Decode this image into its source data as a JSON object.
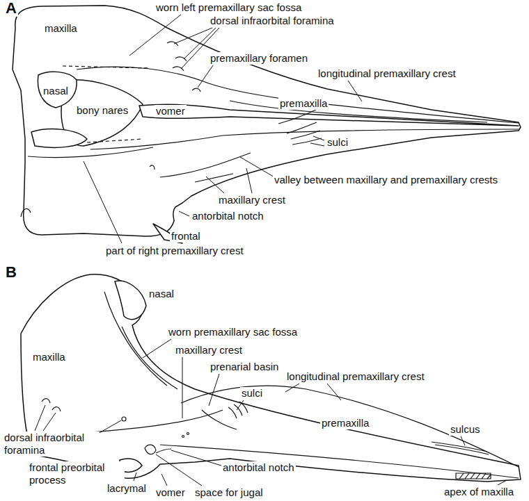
{
  "diagram": {
    "labels": [
      "A",
      "maxilla",
      "worn left premaxillary sac fossa",
      "dorsal infraorbital foramina",
      "premaxillary foramen",
      "longitudinal premaxillary crest",
      "nasal",
      "bony nares",
      "vomer",
      "premaxilla",
      "sulci",
      "valley between maxillary and premaxillary crests",
      "maxillary crest",
      "antorbital notch",
      "frontal",
      "part of right premaxillary crest",
      "B",
      "nasal",
      "maxilla",
      "worn premaxillary sac fossa",
      "maxillary crest",
      "prenarial basin",
      "sulci",
      "longitudinal premaxillary crest",
      "premaxilla",
      "sulcus",
      "dorsal infraorbital foramina",
      "frontal preorbital process",
      "lacrymal",
      "vomer",
      "space for jugal",
      "antorbital notch",
      "apex of maxilla"
    ]
  }
}
